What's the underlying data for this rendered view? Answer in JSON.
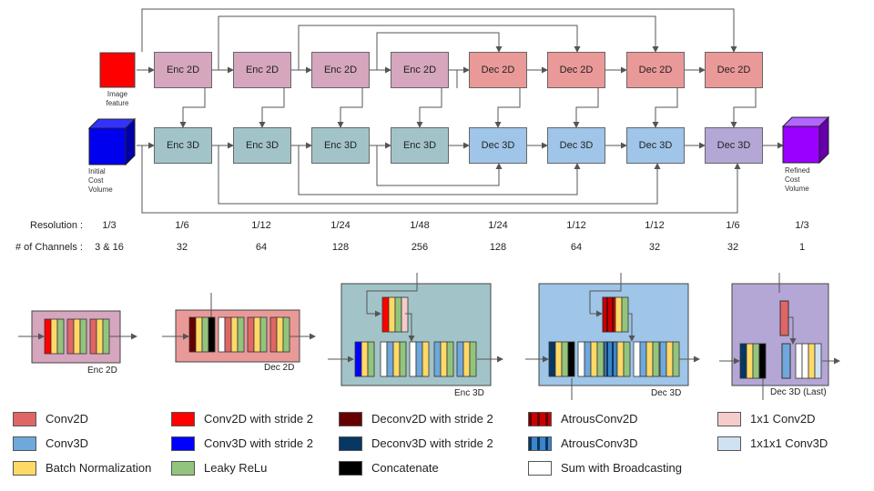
{
  "colors": {
    "enc2d": "#d5a6bd",
    "dec2d": "#ea9999",
    "enc3d": "#a2c4c9",
    "dec3d": "#9fc5e8",
    "dec3d_last": "#b4a7d6",
    "conv2d": "#e06666",
    "conv3d": "#6fa8dc",
    "bn": "#ffd966",
    "leaky": "#93c47d",
    "conv2d_s2": "#ff0000",
    "conv3d_s2": "#0000ff",
    "deconv2d_s2": "#660000",
    "deconv3d_s2": "#073763",
    "concat": "#000000",
    "sum": "#ffffff",
    "atrous2d": "#cc0000",
    "atrous3d": "#3d85c6",
    "c1x1_2d": "#f4cccc",
    "c1x1x1_3d": "#cfe2f3",
    "cube_red": "#ff0000",
    "cube_blue": "#0000ee",
    "cube_purple": "#9900ff"
  },
  "top_row": [
    "Enc 2D",
    "Enc 2D",
    "Enc 2D",
    "Enc 2D",
    "Dec 2D",
    "Dec 2D",
    "Dec 2D",
    "Dec 2D"
  ],
  "bottom_row": [
    "Enc 3D",
    "Enc 3D",
    "Enc 3D",
    "Enc 3D",
    "Dec 3D",
    "Dec 3D",
    "Dec 3D",
    "Dec 3D"
  ],
  "inputs": {
    "image_feature": [
      "Image",
      "feature"
    ],
    "initial_cost_volume": [
      "Initial",
      "Cost",
      "Volume"
    ],
    "refined_cost_volume": [
      "Refined",
      "Cost",
      "Volume"
    ]
  },
  "table": {
    "resolution_label": "Resolution :",
    "channels_label": "# of Channels :",
    "resolution": [
      "1/3",
      "1/6",
      "1/12",
      "1/24",
      "1/48",
      "1/24",
      "1/12",
      "1/12",
      "1/6",
      "1/3"
    ],
    "channels": [
      "3 & 16",
      "32",
      "64",
      "128",
      "256",
      "128",
      "64",
      "32",
      "32",
      "1"
    ]
  },
  "detail_captions": [
    "Enc 2D",
    "Dec 2D",
    "Enc 3D",
    "Dec 3D",
    "Dec 3D (Last)"
  ],
  "legend": [
    {
      "label": "Conv2D",
      "color": "#e06666",
      "style": "solid"
    },
    {
      "label": "Conv2D with stride 2",
      "color": "#ff0000",
      "style": "solid"
    },
    {
      "label": "Deconv2D with stride 2",
      "color": "#660000",
      "style": "solid"
    },
    {
      "label": "AtrousConv2D",
      "color": "#cc0000",
      "style": "striped"
    },
    {
      "label": "1x1 Conv2D",
      "color": "#f4cccc",
      "style": "solid"
    },
    {
      "label": "Conv3D",
      "color": "#6fa8dc",
      "style": "solid"
    },
    {
      "label": "Conv3D with stride 2",
      "color": "#0000ff",
      "style": "solid"
    },
    {
      "label": "Deconv3D with stride 2",
      "color": "#073763",
      "style": "solid"
    },
    {
      "label": "AtrousConv3D",
      "color": "#3d85c6",
      "style": "striped"
    },
    {
      "label": "1x1x1 Conv3D",
      "color": "#cfe2f3",
      "style": "solid"
    },
    {
      "label": "Batch Normalization",
      "color": "#ffd966",
      "style": "solid"
    },
    {
      "label": "Leaky ReLu",
      "color": "#93c47d",
      "style": "solid"
    },
    {
      "label": "Concatenate",
      "color": "#000000",
      "style": "solid"
    },
    {
      "label": "Sum with Broadcasting",
      "color": "#ffffff",
      "style": "solid"
    }
  ]
}
